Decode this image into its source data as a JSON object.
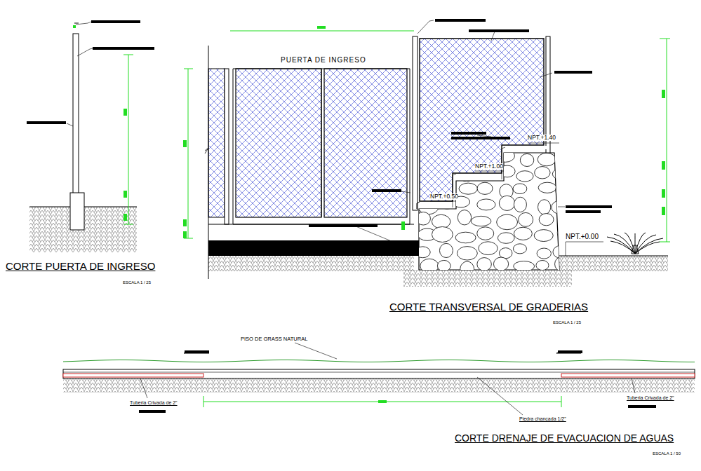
{
  "diagram": {
    "labels": [
      "PUERTA DE INGRESO",
      "NPT.+1.40",
      "NPT.+1.00",
      "NPT.+0.50",
      "NPT.+0.00",
      "CORTE PUERTA DE INGRESO",
      "ESCALA 1 / 25",
      "CORTE TRANSVERSAL DE GRADERIAS",
      "ESCALA 1 / 25",
      "PISO DE GRASS NATURAL",
      "Tuberia Crivada de 2\"",
      "Tuberia Crivada de 2\"",
      "Piedra chancada 1/2\"",
      "CORTE DRENAJE DE EVACUACION DE AGUAS",
      "ESCALA 1 / 50"
    ]
  }
}
